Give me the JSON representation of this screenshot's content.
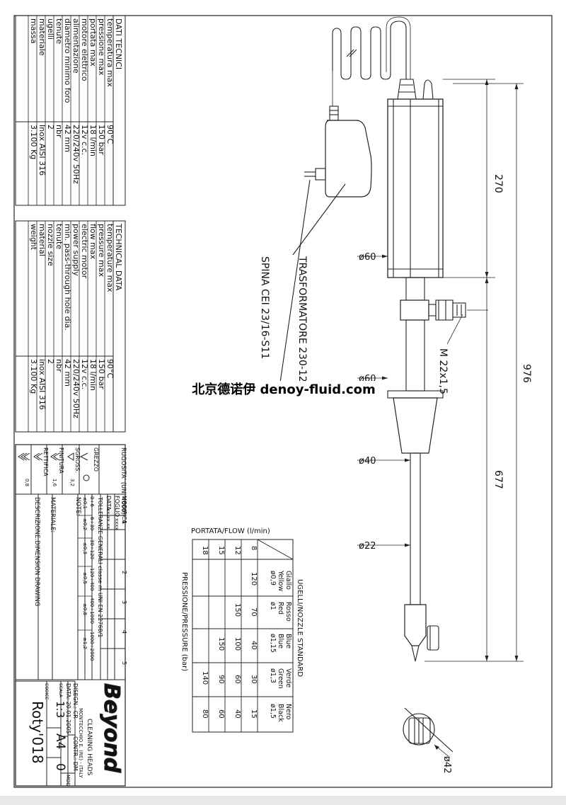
{
  "dati_tecnici": {
    "title": "DATI TECNICI",
    "rows": [
      [
        "temperatura max",
        "90°C"
      ],
      [
        "pressione max",
        "150 bar"
      ],
      [
        "portata max",
        "18 l/min"
      ],
      [
        "motore elettrico",
        "12v c.c."
      ],
      [
        "alimentazione",
        "220/240v 50Hz"
      ],
      [
        "diametro minimo foro",
        "42 mm"
      ],
      [
        "tenute",
        "nbr"
      ],
      [
        "ugelli",
        "2"
      ],
      [
        "materiale",
        "Inox AISI 316"
      ],
      [
        "massa",
        "3.100 Kg"
      ]
    ]
  },
  "technical_data": {
    "title": "TECHNICAL DATA",
    "rows": [
      [
        "temperature max",
        "90°C"
      ],
      [
        "pressure max",
        "150 bar"
      ],
      [
        "flow max",
        "18 l/min"
      ],
      [
        "electric motor",
        "12v c.c."
      ],
      [
        "power supply",
        "220/240v 50Hz"
      ],
      [
        "min. pass-through hole dia.",
        "42 mm"
      ],
      [
        "tenute",
        "nbr"
      ],
      [
        "nozzle size",
        "2"
      ],
      [
        "material",
        "inox AISI 316"
      ],
      [
        "weight",
        "3.100 Kg"
      ]
    ]
  },
  "title_block": {
    "rugosita": "RUGOSITA' (UNI 4600)",
    "grezzo": "GREZZO",
    "sgross": "SGROSS.",
    "finitura": "FINITURA",
    "rettifica": "RETTIFICA",
    "val_32": "3,2",
    "val_16": "1,6",
    "val_08": "0,8",
    "modifica": "MODIFICA",
    "foglio": "FOGLIO",
    "data_label": "DATA",
    "data_val": "xx.xx.xx",
    "xxxx": "xxxx",
    "rev_numbers": [
      "1",
      "2",
      "3",
      "4",
      "5"
    ],
    "tolleranze": "TOLLERANZE GENERALI classe m UNI EN 22768/1",
    "tol_ranges": [
      "0÷6",
      "6÷30",
      "30÷120",
      "120÷400",
      "400÷1000",
      "1000÷2000"
    ],
    "tol_values": [
      "±0,1",
      "±0,2",
      "±0,3",
      "±0,5",
      "±0,8",
      "±1,2"
    ],
    "note": "NOTE:",
    "materiale": "MATERIALE:",
    "descrizione": "DESCRIZIONE:DIMENSION DRAWING",
    "logo": "Beyond",
    "subtitle": "CLEANING HEADS",
    "address": "MONTECCHIO E. (RE) - ITALY",
    "disegn": "DISEGN.: CR",
    "contr": "CONTR.: DM",
    "data_full": "DATA: 20.01.2005",
    "mod": "MOD.",
    "scala_label": "SCALA",
    "scala": "1:3",
    "formato": "A4",
    "rev": "0",
    "codice_label": "CODICE",
    "codice": "Roty'018"
  },
  "flow_table": {
    "title": "PORTATA/FLOW (l/min)",
    "ugelli": "UGELLI/NOZZLE STANDARD",
    "pressure_label": "PRESSIONE/PRESSURE (bar)",
    "flows": [
      "8",
      "12",
      "15",
      "18"
    ],
    "nozzles": [
      {
        "it": "Giallo",
        "en": "Yellow",
        "dia": "ø0,9",
        "values": [
          "120",
          "",
          "",
          ""
        ]
      },
      {
        "it": "Rosso",
        "en": "Red",
        "dia": "ø1",
        "values": [
          "70",
          "150",
          "",
          ""
        ]
      },
      {
        "it": "Blue",
        "en": "Blue",
        "dia": "ø1,15",
        "values": [
          "40",
          "100",
          "150",
          ""
        ]
      },
      {
        "it": "Verde",
        "en": "Green",
        "dia": "ø1,3",
        "values": [
          "30",
          "60",
          "90",
          "140"
        ]
      },
      {
        "it": "Nero",
        "en": "Black",
        "dia": "ø1,5",
        "values": [
          "15",
          "40",
          "60",
          "80"
        ]
      }
    ]
  },
  "drawing": {
    "trasformatore": "TRASFORMATORE 230-12V",
    "spina": "SPINA CEI 23/16-S11",
    "thread": "M 22x1,5",
    "dim_270": "270",
    "dim_677": "677",
    "dim_976": "976",
    "d60a": "ø60",
    "d60b": "ø60",
    "d40": "ø40",
    "d22": "ø22",
    "d42": "ø42"
  },
  "watermark": "北京德诺伊 denoy-fluid.com"
}
